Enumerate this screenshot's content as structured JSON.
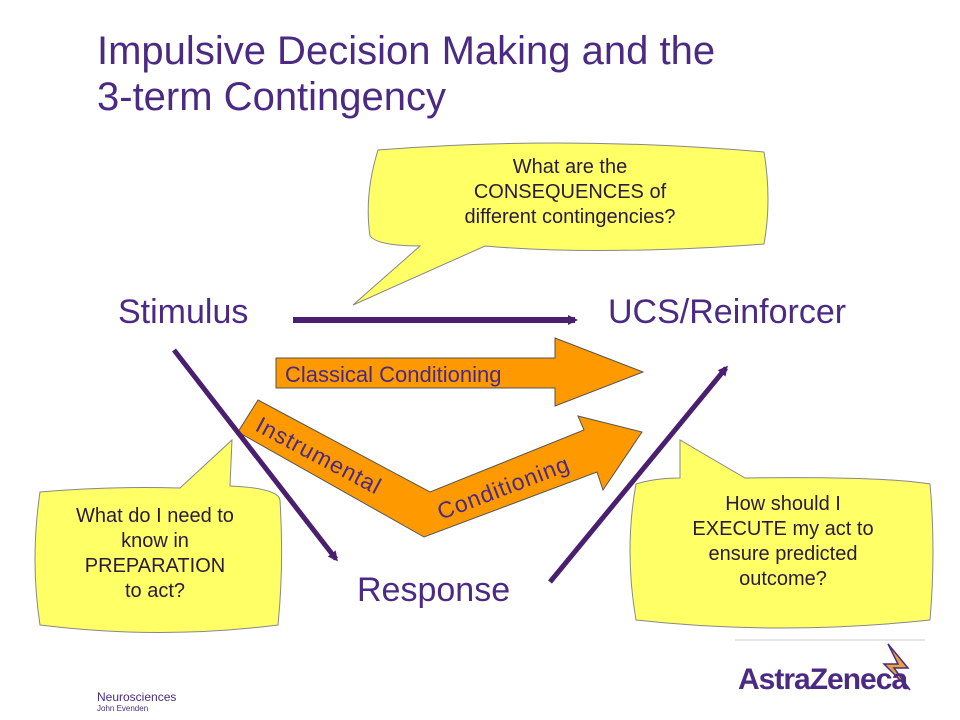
{
  "title": {
    "line1": "Impulsive Decision Making and the",
    "line2": "3-term Contingency"
  },
  "nodes": {
    "stimulus": "Stimulus",
    "reinforcer": "UCS/Reinforcer",
    "response": "Response"
  },
  "arrows": {
    "classical": "Classical Conditioning",
    "instrumental_part1": "Instrumental",
    "instrumental_part2": "Conditioning"
  },
  "bubbles": {
    "consequences": [
      "What are the",
      "CONSEQUENCES of",
      "different contingencies?"
    ],
    "preparation": [
      "What do I need to",
      "know in",
      "PREPARATION",
      "to act?"
    ],
    "execute": [
      "How should I",
      "EXECUTE my act to",
      "ensure predicted",
      "outcome?"
    ]
  },
  "footer": {
    "department": "Neurosciences",
    "author": "John Evenden"
  },
  "logo": {
    "text": "AstraZeneca"
  },
  "colors": {
    "title": "#4b2a84",
    "arrow_line": "#4b1f6f",
    "bubble_fill": "#ffff66",
    "conditioning_fill": "#ff9900",
    "logo_gold": "#e8a33d"
  }
}
